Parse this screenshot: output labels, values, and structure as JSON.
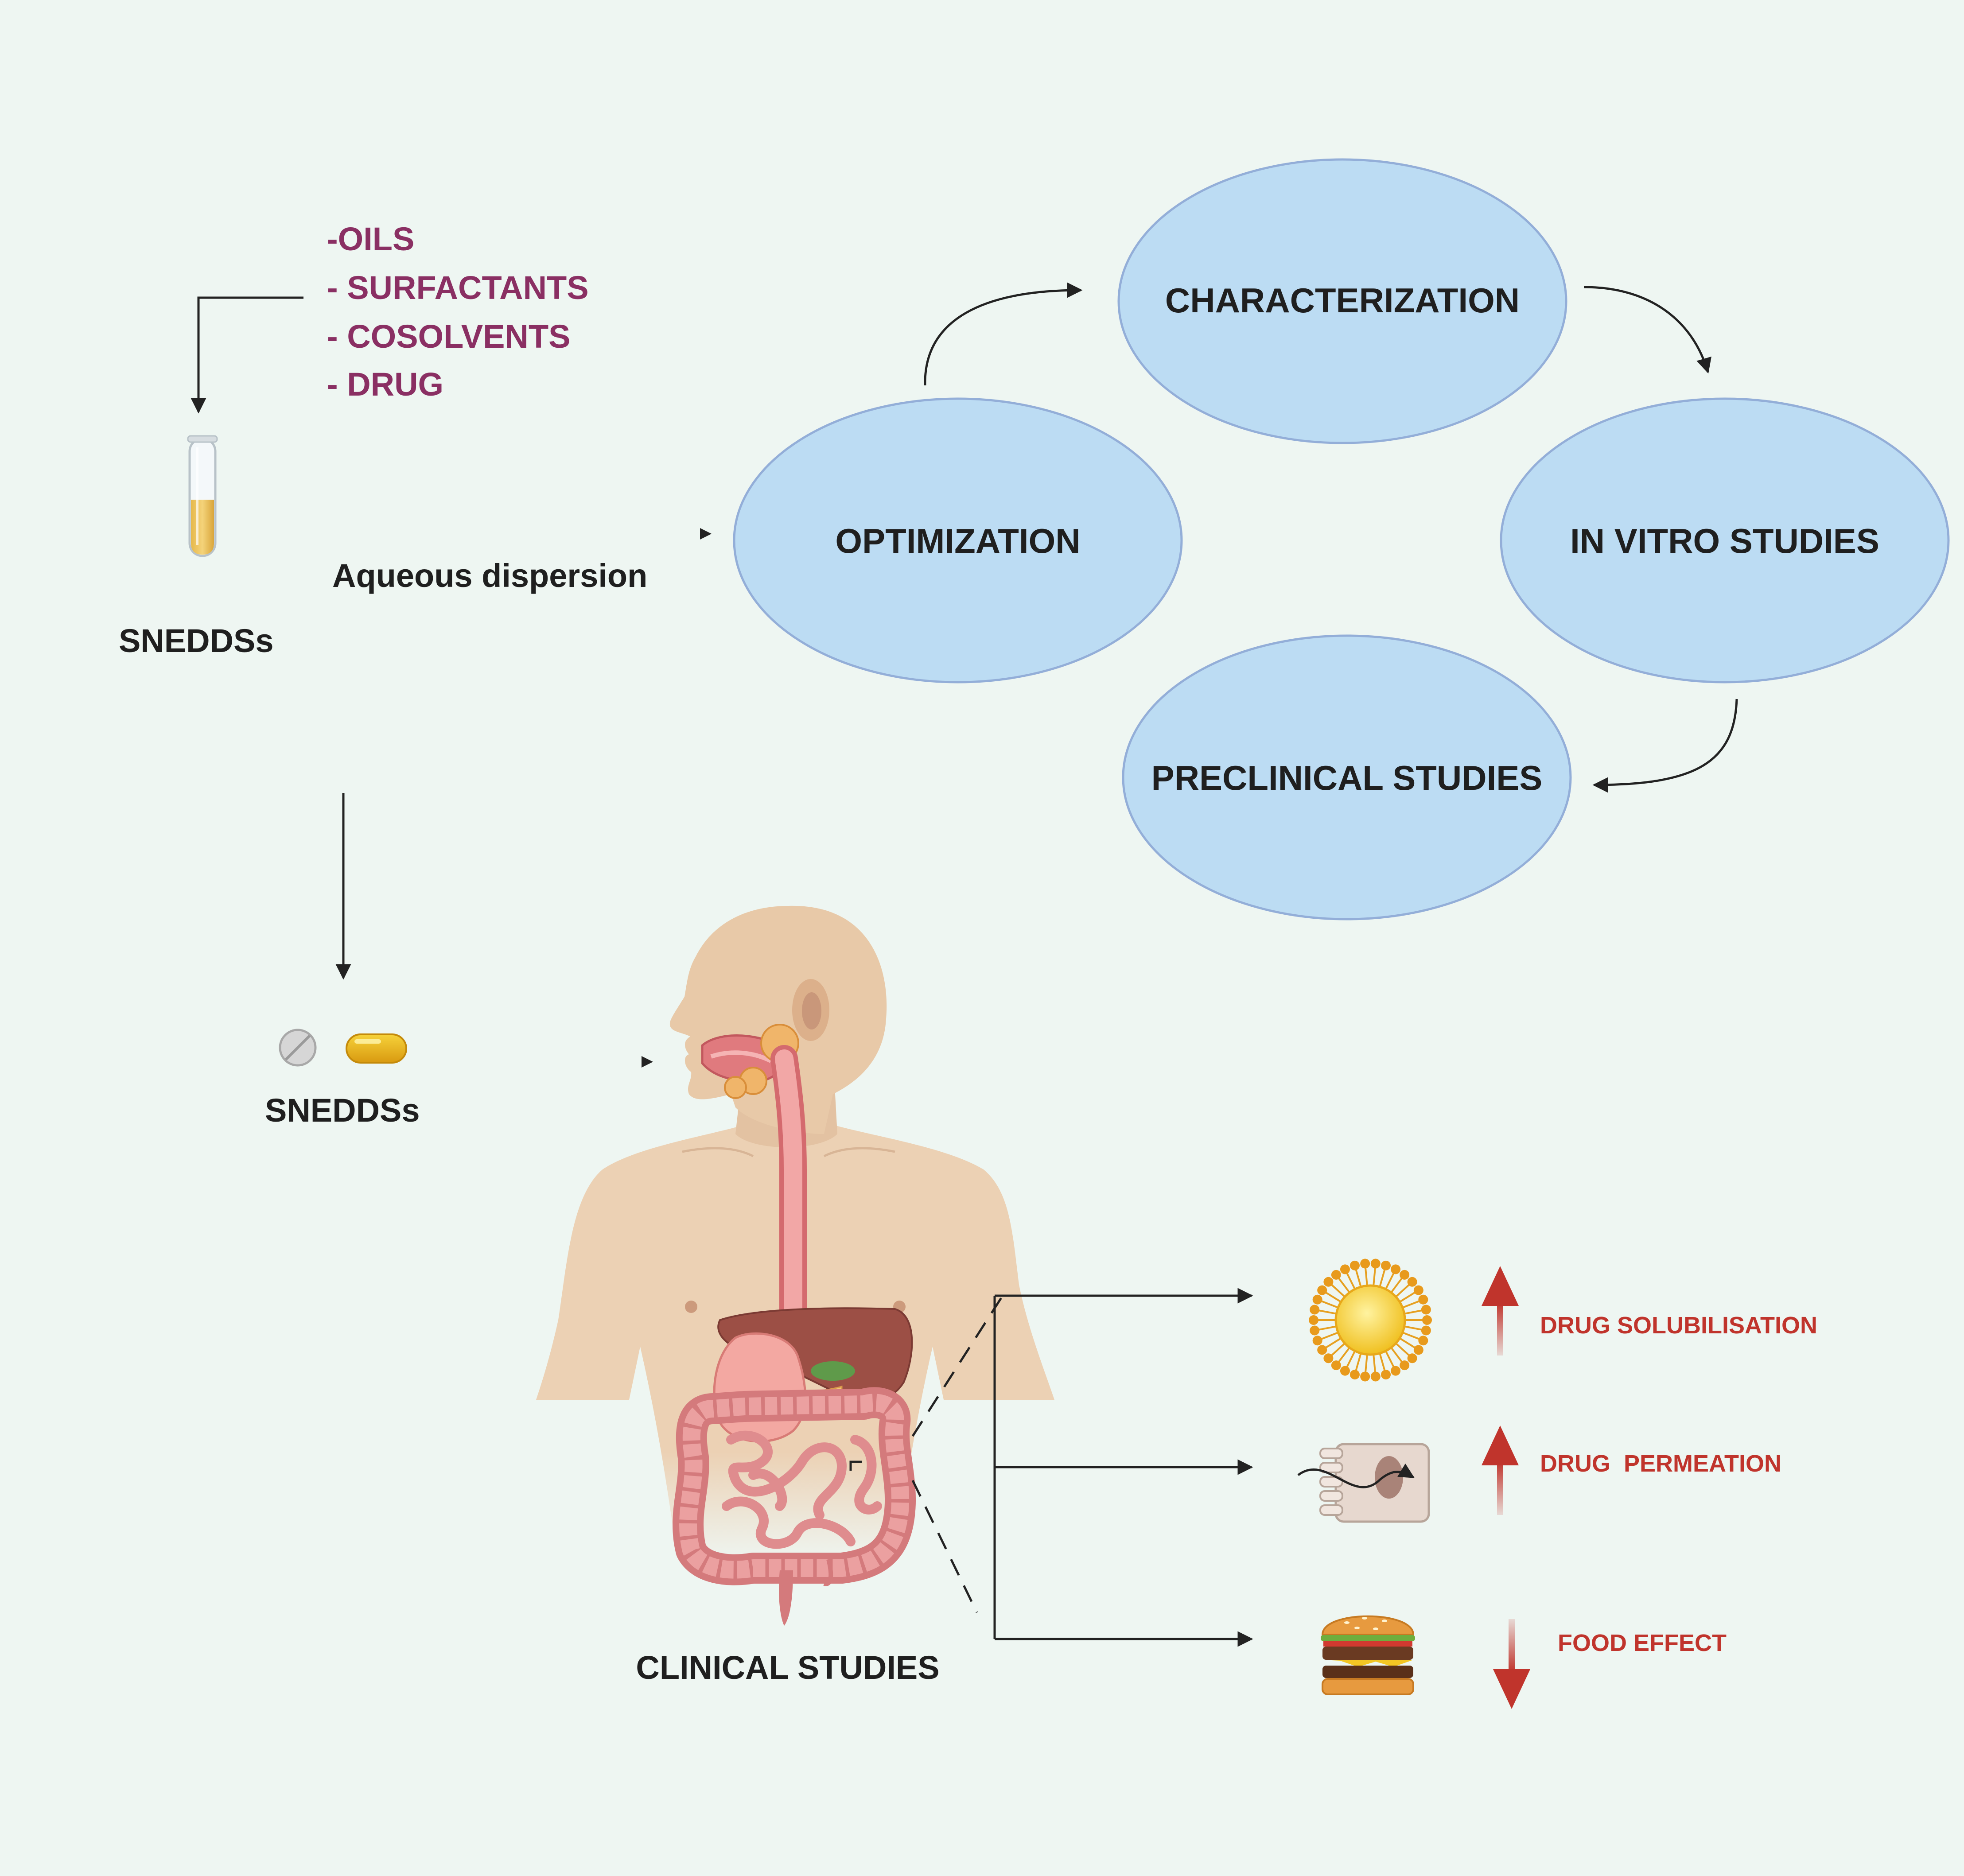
{
  "ingredients": {
    "oils": "-OILS",
    "surfactants": "- SURFACTANTS",
    "cosolvents": "- COSOLVENTS",
    "drug": "- DRUG"
  },
  "formulation": {
    "sneddss_label": "SNEDDSs",
    "aqueous_label": "Aqueous dispersion"
  },
  "cycle": {
    "optimization": "OPTIMIZATION",
    "characterization": "CHARACTERIZATION",
    "in_vitro": "IN VITRO STUDIES",
    "preclinical": "PRECLINICAL STUDIES"
  },
  "dosage": {
    "sneddss_label": "SNEDDSs"
  },
  "clinical": {
    "label": "CLINICAL STUDIES"
  },
  "effects": [
    {
      "label": "DRUG SOLUBILISATION",
      "direction": "up",
      "icon": "micelle-icon"
    },
    {
      "label": "DRUG  PERMEATION",
      "direction": "up",
      "icon": "enterocyte-icon"
    },
    {
      "label": "FOOD EFFECT",
      "direction": "down",
      "icon": "burger-icon"
    }
  ],
  "colors": {
    "background": "#eef6f2",
    "ellipse_fill": "#bcdcf3",
    "ellipse_stroke": "#93aed8",
    "ingredient_text": "#8a2f63",
    "effect_red": "#c0342c"
  }
}
